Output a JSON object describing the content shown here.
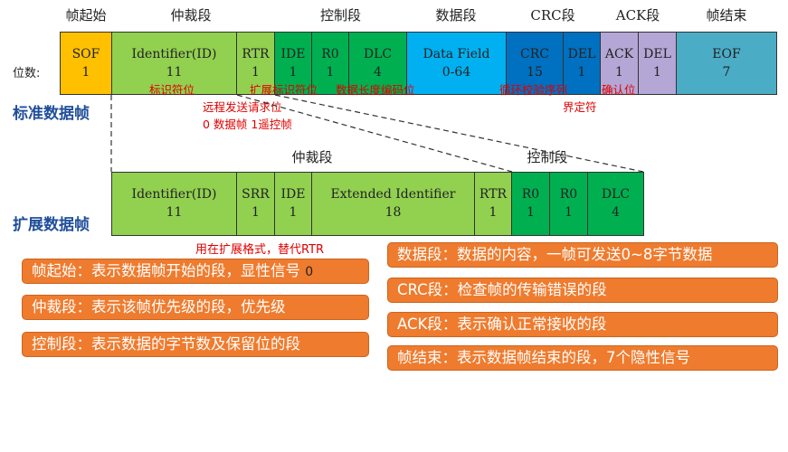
{
  "top_headers": [
    "帧起始",
    "仲裁段",
    "控制段",
    "数据段",
    "CRC段",
    "ACK段",
    "帧结束"
  ],
  "bit_label": "位数:",
  "standard_frame": {
    "label": "标准数据帧",
    "fields": [
      {
        "name": "SOF",
        "bits": "1",
        "color": "#ffc000"
      },
      {
        "name": "Identifier(ID)",
        "bits": "11",
        "color": "#92d050"
      },
      {
        "name": "RTR",
        "bits": "1",
        "color": "#92d050"
      },
      {
        "name": "IDE",
        "bits": "1",
        "color": "#00b050"
      },
      {
        "name": "R0",
        "bits": "1",
        "color": "#00b050"
      },
      {
        "name": "DLC",
        "bits": "4",
        "color": "#00b050"
      },
      {
        "name": "Data Field",
        "bits": "0-64",
        "color": "#00b0f0"
      },
      {
        "name": "CRC",
        "bits": "15",
        "color": "#0070c0"
      },
      {
        "name": "DEL",
        "bits": "1",
        "color": "#0070c0"
      },
      {
        "name": "ACK",
        "bits": "1",
        "color": "#b4a7d6"
      },
      {
        "name": "DEL",
        "bits": "1",
        "color": "#b4a7d6"
      },
      {
        "name": "EOF",
        "bits": "7",
        "color": "#4bacc6"
      }
    ]
  },
  "annotations": {
    "id_bit": "标识符位",
    "ext_id_bit": "扩展标识符位",
    "dlc_bit": "数据长度编码位",
    "crc_seq": "循环校验序列",
    "ack_bit": "确认位",
    "delimiter": "界定符",
    "rtr_title": "远程发送请求位",
    "rtr_values": "0 数据帧   1遥控帧",
    "srr_note": "用在扩展格式，替代RTR"
  },
  "extended_frame": {
    "label": "扩展数据帧",
    "arb_header": "仲裁段",
    "ctrl_header": "控制段",
    "fields": [
      {
        "name": "Identifier(ID)",
        "bits": "11",
        "color": "#92d050"
      },
      {
        "name": "SRR",
        "bits": "1",
        "color": "#92d050"
      },
      {
        "name": "IDE",
        "bits": "1",
        "color": "#92d050"
      },
      {
        "name": "Extended Identifier",
        "bits": "18",
        "color": "#92d050"
      },
      {
        "name": "RTR",
        "bits": "1",
        "color": "#92d050"
      },
      {
        "name": "R0",
        "bits": "1",
        "color": "#00b050"
      },
      {
        "name": "R0",
        "bits": "1",
        "color": "#00b050"
      },
      {
        "name": "DLC",
        "bits": "4",
        "color": "#00b050"
      }
    ]
  },
  "legend_left": [
    {
      "text": "帧起始：表示数据帧开始的段，显性信号",
      "extra": "0"
    },
    {
      "text": "仲裁段：表示该帧优先级的段，优先级",
      "extra": ""
    },
    {
      "text": "控制段：表示数据的字节数及保留位的段",
      "extra": ""
    }
  ],
  "legend_right": [
    {
      "text": "数据段：数据的内容，一帧可发送0~8字节数据"
    },
    {
      "text": "CRC段：检查帧的传输错误的段"
    },
    {
      "text": "ACK段：表示确认正常接收的段"
    },
    {
      "text": "帧结束：表示数据帧结束的段，7个隐性信号"
    }
  ]
}
